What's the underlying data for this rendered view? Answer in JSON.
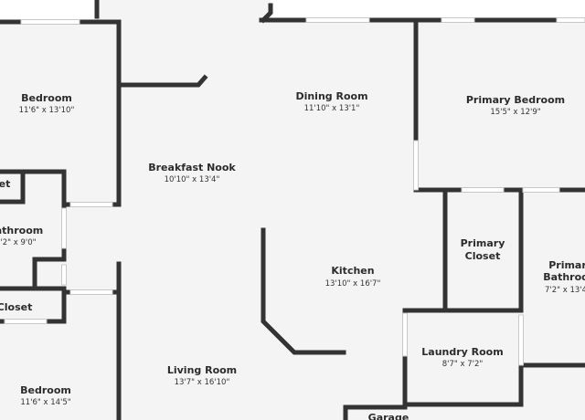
{
  "colors": {
    "floor": "#f4f4f4",
    "wall": "#333333",
    "window": "#ffffff",
    "background": "#ffffff"
  },
  "rooms": {
    "bedroom_top": {
      "name": "Bedroom",
      "dims": "11'6\" x 13'10\""
    },
    "breakfast_nook": {
      "name": "Breakfast Nook",
      "dims": "10'10\" x 13'4\""
    },
    "dining_room": {
      "name": "Dining Room",
      "dims": "11'10\" x 13'1\""
    },
    "primary_bedroom": {
      "name": "Primary Bedroom",
      "dims": "15'5\" x 12'9\""
    },
    "bathroom": {
      "name": "athroom",
      "dims": "'2\" x 9'0\""
    },
    "closet_left": {
      "name": "Closet"
    },
    "closet_top_left": {
      "name": "et"
    },
    "primary_closet": {
      "name_line1": "Primary",
      "name_line2": "Closet"
    },
    "primary_bathroom": {
      "name_line1": "Primar",
      "name_line2": "Bathroo",
      "dims": "7'2\" x 13'4"
    },
    "kitchen": {
      "name": "Kitchen",
      "dims": "13'10\" x 16'7\""
    },
    "laundry_room": {
      "name": "Laundry Room",
      "dims": "8'7\" x 7'2\""
    },
    "living_room": {
      "name": "Living Room",
      "dims": "13'7\" x 16'10\""
    },
    "bedroom_bottom": {
      "name": "Bedroom",
      "dims": "11'6\" x 14'5\""
    },
    "garage": {
      "name": "Garage"
    }
  }
}
